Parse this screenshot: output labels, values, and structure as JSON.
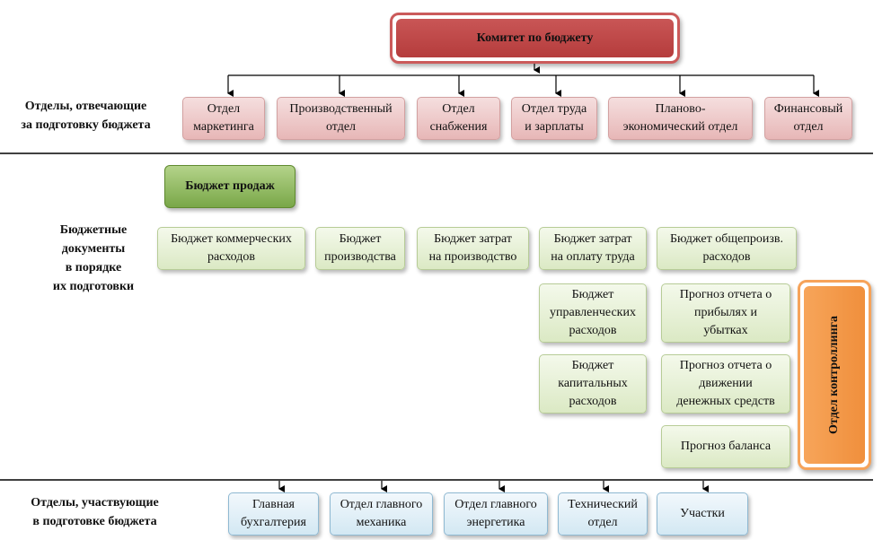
{
  "committee": {
    "label": "Комитет по бюджету"
  },
  "sections": {
    "responsible_label": "Отделы, отвечающие\nза подготовку бюджета",
    "documents_label": "Бюджетные\nдокументы\nв порядке\nих подготовки",
    "participating_label": "Отделы, участвующие\nв подготовке бюджета"
  },
  "responsible_departments": [
    {
      "label": "Отдел\nмаркетинга"
    },
    {
      "label": "Производственный\nотдел"
    },
    {
      "label": "Отдел\nснабжения"
    },
    {
      "label": "Отдел труда\nи зарплаты"
    },
    {
      "label": "Планово-\nэкономический отдел"
    },
    {
      "label": "Финансовый\nотдел"
    }
  ],
  "budget_documents": {
    "sales_budget": "Бюджет продаж",
    "row1": [
      {
        "label": "Бюджет коммерческих\nрасходов"
      },
      {
        "label": "Бюджет\nпроизводства"
      },
      {
        "label": "Бюджет затрат\nна производство"
      },
      {
        "label": "Бюджет затрат\nна оплату труда"
      },
      {
        "label": "Бюджет общепроизв.\nрасходов"
      }
    ],
    "management_budget": "Бюджет\nуправленческих\nрасходов",
    "capital_budget": "Бюджет\nкапитальных\nрасходов",
    "profit_loss_forecast": "Прогноз отчета о\nприбылях и\nубытках",
    "cash_flow_forecast": "Прогноз отчета о\nдвижении\nденежных средств",
    "balance_forecast": "Прогноз баланса"
  },
  "controlling": {
    "label": "Отдел контроллинга"
  },
  "participating_departments": [
    {
      "label": "Главная\nбухгалтерия"
    },
    {
      "label": "Отдел главного\nмеханика"
    },
    {
      "label": "Отдел главного\nэнергетика"
    },
    {
      "label": "Технический\nотдел"
    },
    {
      "label": "Участки"
    }
  ],
  "colors": {
    "committee": "#c0504d",
    "department_pink": "#e6b9b8",
    "budget_green": "#d7e4bd",
    "sales_green": "#8cb35a",
    "controlling_orange": "#f79646",
    "participant_blue": "#dbeef4"
  }
}
